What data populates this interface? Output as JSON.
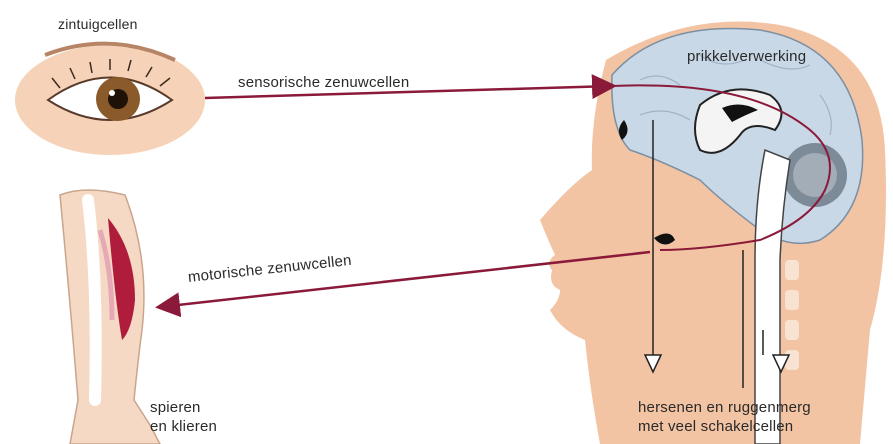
{
  "labels": {
    "sense_cells": "zintuigcellen",
    "sensory_neurons": "sensorische zenuwcellen",
    "processing": "prikkelverwerking",
    "motor_neurons": "motorische zenuwcellen",
    "muscles_line1": "spieren",
    "muscles_line2": "en klieren",
    "cns_line1": "hersenen en ruggenmerg",
    "cns_line2": "met veel schakelcellen"
  },
  "colors": {
    "arrow": "#8b1a3a",
    "skin": "#f3c4a3",
    "brain": "#c9d8e6",
    "muscle": "#b01d3c",
    "outline": "#222222"
  }
}
